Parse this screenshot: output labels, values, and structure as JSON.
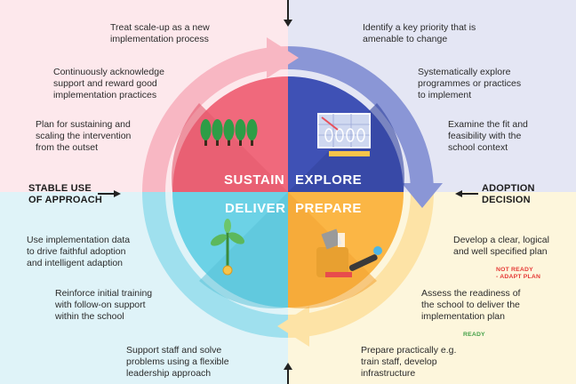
{
  "colors": {
    "sustain": "#f0697c",
    "explore": "#3f51b5",
    "deliver": "#6cd2e6",
    "prepare": "#fbb645",
    "not_ready": "#e53935",
    "ready": "#43a047"
  },
  "phases": {
    "sustain": "SUSTAIN",
    "explore": "EXPLORE",
    "deliver": "DELIVER",
    "prepare": "PREPARE"
  },
  "stages": {
    "stable_use": [
      "STABLE USE",
      "OF APPROACH"
    ],
    "adoption_decision": [
      "ADOPTION",
      "DECISION"
    ]
  },
  "status": {
    "not_ready": [
      "NOT READY",
      "- ADAPT PLAN"
    ],
    "ready": "READY"
  },
  "sustain_steps": [
    [
      "Treat scale-up as a new",
      "implementation process"
    ],
    [
      "Continuously acknowledge",
      "support and reward good",
      "implementation practices"
    ],
    [
      "Plan for sustaining and",
      "scaling the intervention",
      "from the outset"
    ]
  ],
  "explore_steps": [
    [
      "Identify a key priority that is",
      "amenable to change"
    ],
    [
      "Systematically explore",
      "programmes or practices",
      "to implement"
    ],
    [
      "Examine the fit and",
      "feasibility with the",
      "school context"
    ]
  ],
  "deliver_steps": [
    [
      "Use implementation data",
      "to drive faithful adoption",
      "and intelligent adaption"
    ],
    [
      "Reinforce initial training",
      "with follow-on support",
      "within the school"
    ],
    [
      "Support staff and solve",
      "problems using a flexible",
      "leadership approach"
    ]
  ],
  "prepare_steps": [
    [
      "Develop a clear, logical",
      "and well specified plan"
    ],
    [
      "Assess the readiness of",
      "the school to deliver the",
      "implementation plan"
    ],
    [
      "Prepare practically e.g.",
      "train staff, develop",
      "infrastructure"
    ]
  ]
}
